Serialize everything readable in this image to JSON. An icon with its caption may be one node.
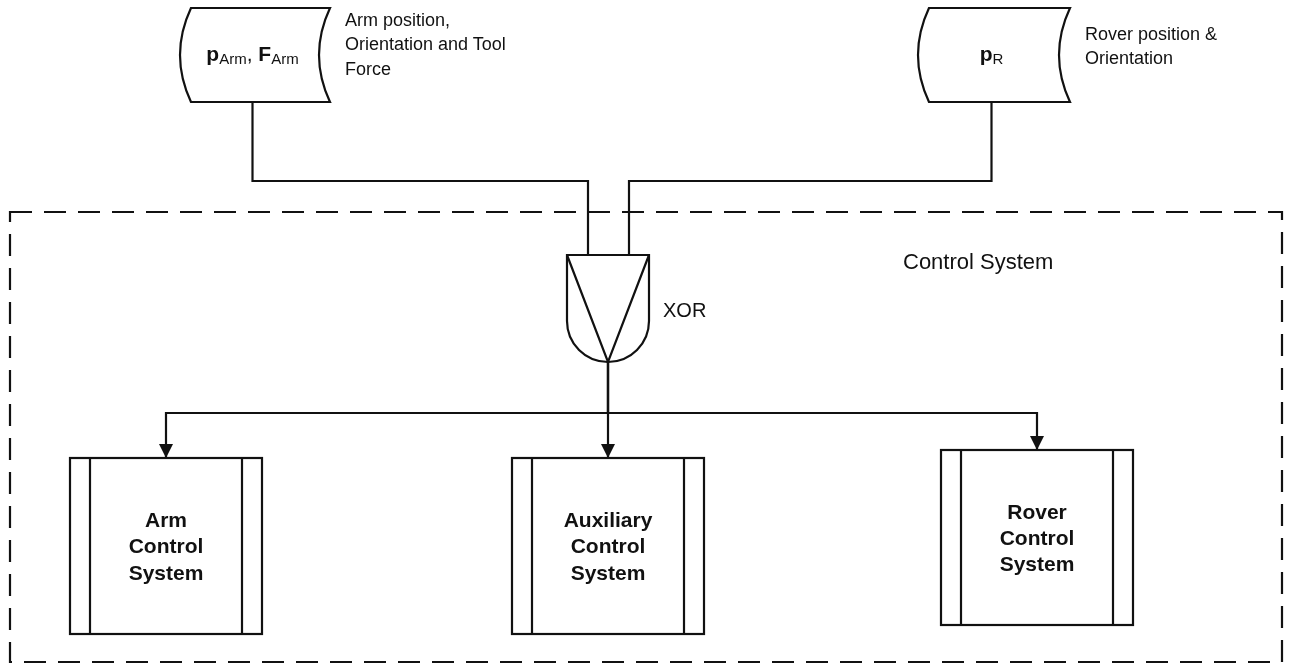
{
  "diagram": {
    "nodes": [
      {
        "text": [
          "**p**$_{Arm}$, **F**$_{Arm}$"
        ],
        "beside": [
          "Arm position, Orientation and Tool Force"
        ]
      },
      {
        "text": [
          "**p**$_{R}$"
        ],
        "beside": [
          "Rover position & Orientation"
        ]
      },
      {
        "text": [
          "Control System"
        ]
      },
      {
        "text": [],
        "shape": "gate",
        "beside": [
          "XOR"
        ],
        "in": 2
      },
      {
        "text": [
          "Arm Control System"
        ],
        "in": 2
      },
      {
        "text": [
          "Auxiliary Control System"
        ],
        "in": 2
      },
      {
        "text": [
          "Rover Control System"
        ],
        "in": 2
      }
    ],
    "edges": [
      {
        "from": 0,
        "to": 3,
        "arrow": "none"
      },
      {
        "from": 1,
        "to": 3,
        "arrow": "none"
      },
      {
        "from": 3,
        "to": 4,
        "arrow": "to"
      },
      {
        "from": 3,
        "to": 5,
        "arrow": "to"
      },
      {
        "from": 3,
        "to": 6,
        "arrow": "to"
      }
    ]
  }
}
